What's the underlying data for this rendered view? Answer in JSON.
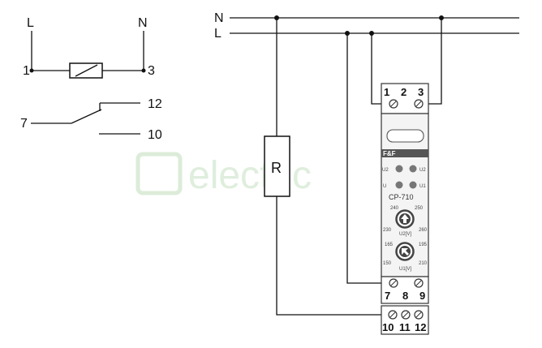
{
  "symbol": {
    "line_label": "L",
    "neutral_label": "N",
    "coil_left": "1",
    "coil_right": "3",
    "contact_common": "7",
    "contact_no": "12",
    "contact_nc": "10"
  },
  "wiring": {
    "n_label": "N",
    "l_label": "L",
    "load_label": "R"
  },
  "device": {
    "brand": "F&F",
    "model": "CP-710",
    "top_terminals": [
      "1",
      "2",
      "3"
    ],
    "mid_terminals": [
      "7",
      "8",
      "9"
    ],
    "bottom_terminals": [
      "10",
      "11",
      "12"
    ],
    "led_left_top": "U2",
    "led_left_bottom": "U",
    "led_right_top": "U2",
    "led_right_bottom": "U1",
    "knob_upper_label": "U2[V]",
    "knob_upper_scale": [
      "240",
      "250",
      "230",
      "260"
    ],
    "knob_lower_label": "U1[V]",
    "knob_lower_scale": [
      "165",
      "195",
      "150",
      "210"
    ]
  },
  "watermark": "electric"
}
